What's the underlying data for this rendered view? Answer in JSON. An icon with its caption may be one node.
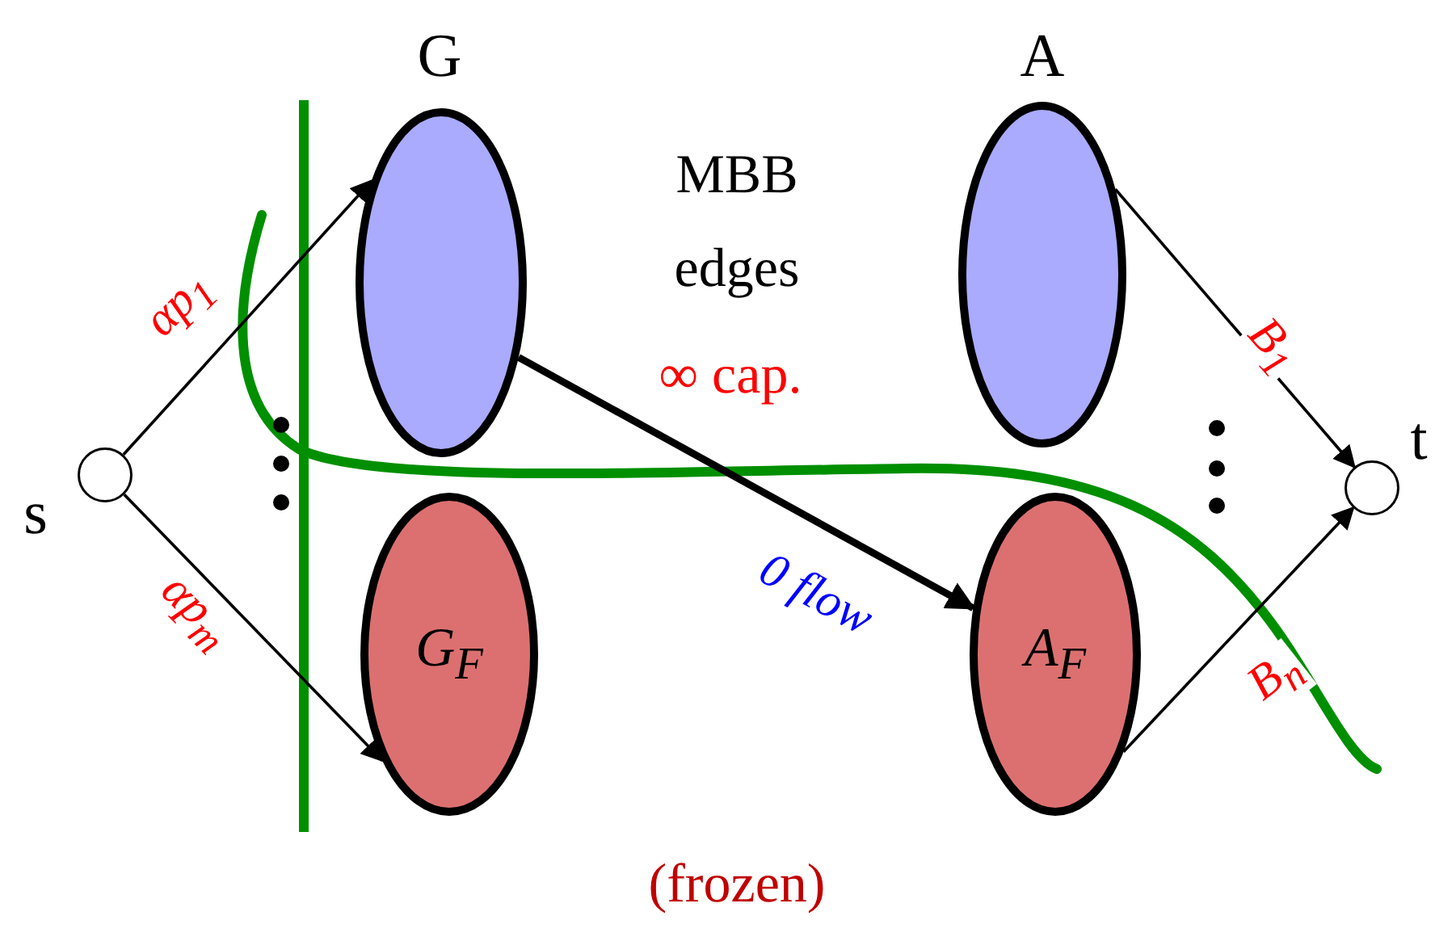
{
  "diagram": {
    "nodes": [
      {
        "text": [],
        "shape": "circle",
        "beside": [
          "s"
        ]
      },
      {
        "text": [],
        "shape": "ellipse",
        "beside": [
          "G"
        ]
      },
      {
        "text": [
          "G$_{F}$"
        ]
      },
      {
        "text": [],
        "shape": "ellipse",
        "beside": [
          "A"
        ]
      },
      {
        "text": [
          "A$_{F}$"
        ]
      },
      {
        "text": [],
        "shape": "circle",
        "beside": [
          "t"
        ]
      }
    ],
    "edges": [
      {
        "from": 0,
        "to": 1,
        "arrow": "to",
        "label": "αp$_{1}$"
      },
      {
        "from": 0,
        "to": 2,
        "arrow": "to",
        "label": "αp$_{m}$"
      },
      {
        "from": 1,
        "to": 4,
        "arrow": "to",
        "label": "0 flow",
        "style": "thick"
      },
      {
        "from": 3,
        "to": 5,
        "arrow": "to",
        "label": "B$_{1}$"
      },
      {
        "from": 4,
        "to": 5,
        "arrow": "to",
        "label": "B$_{n}$"
      }
    ],
    "labels": [
      "MBB edges",
      "∞ cap.",
      "(frozen)"
    ]
  }
}
